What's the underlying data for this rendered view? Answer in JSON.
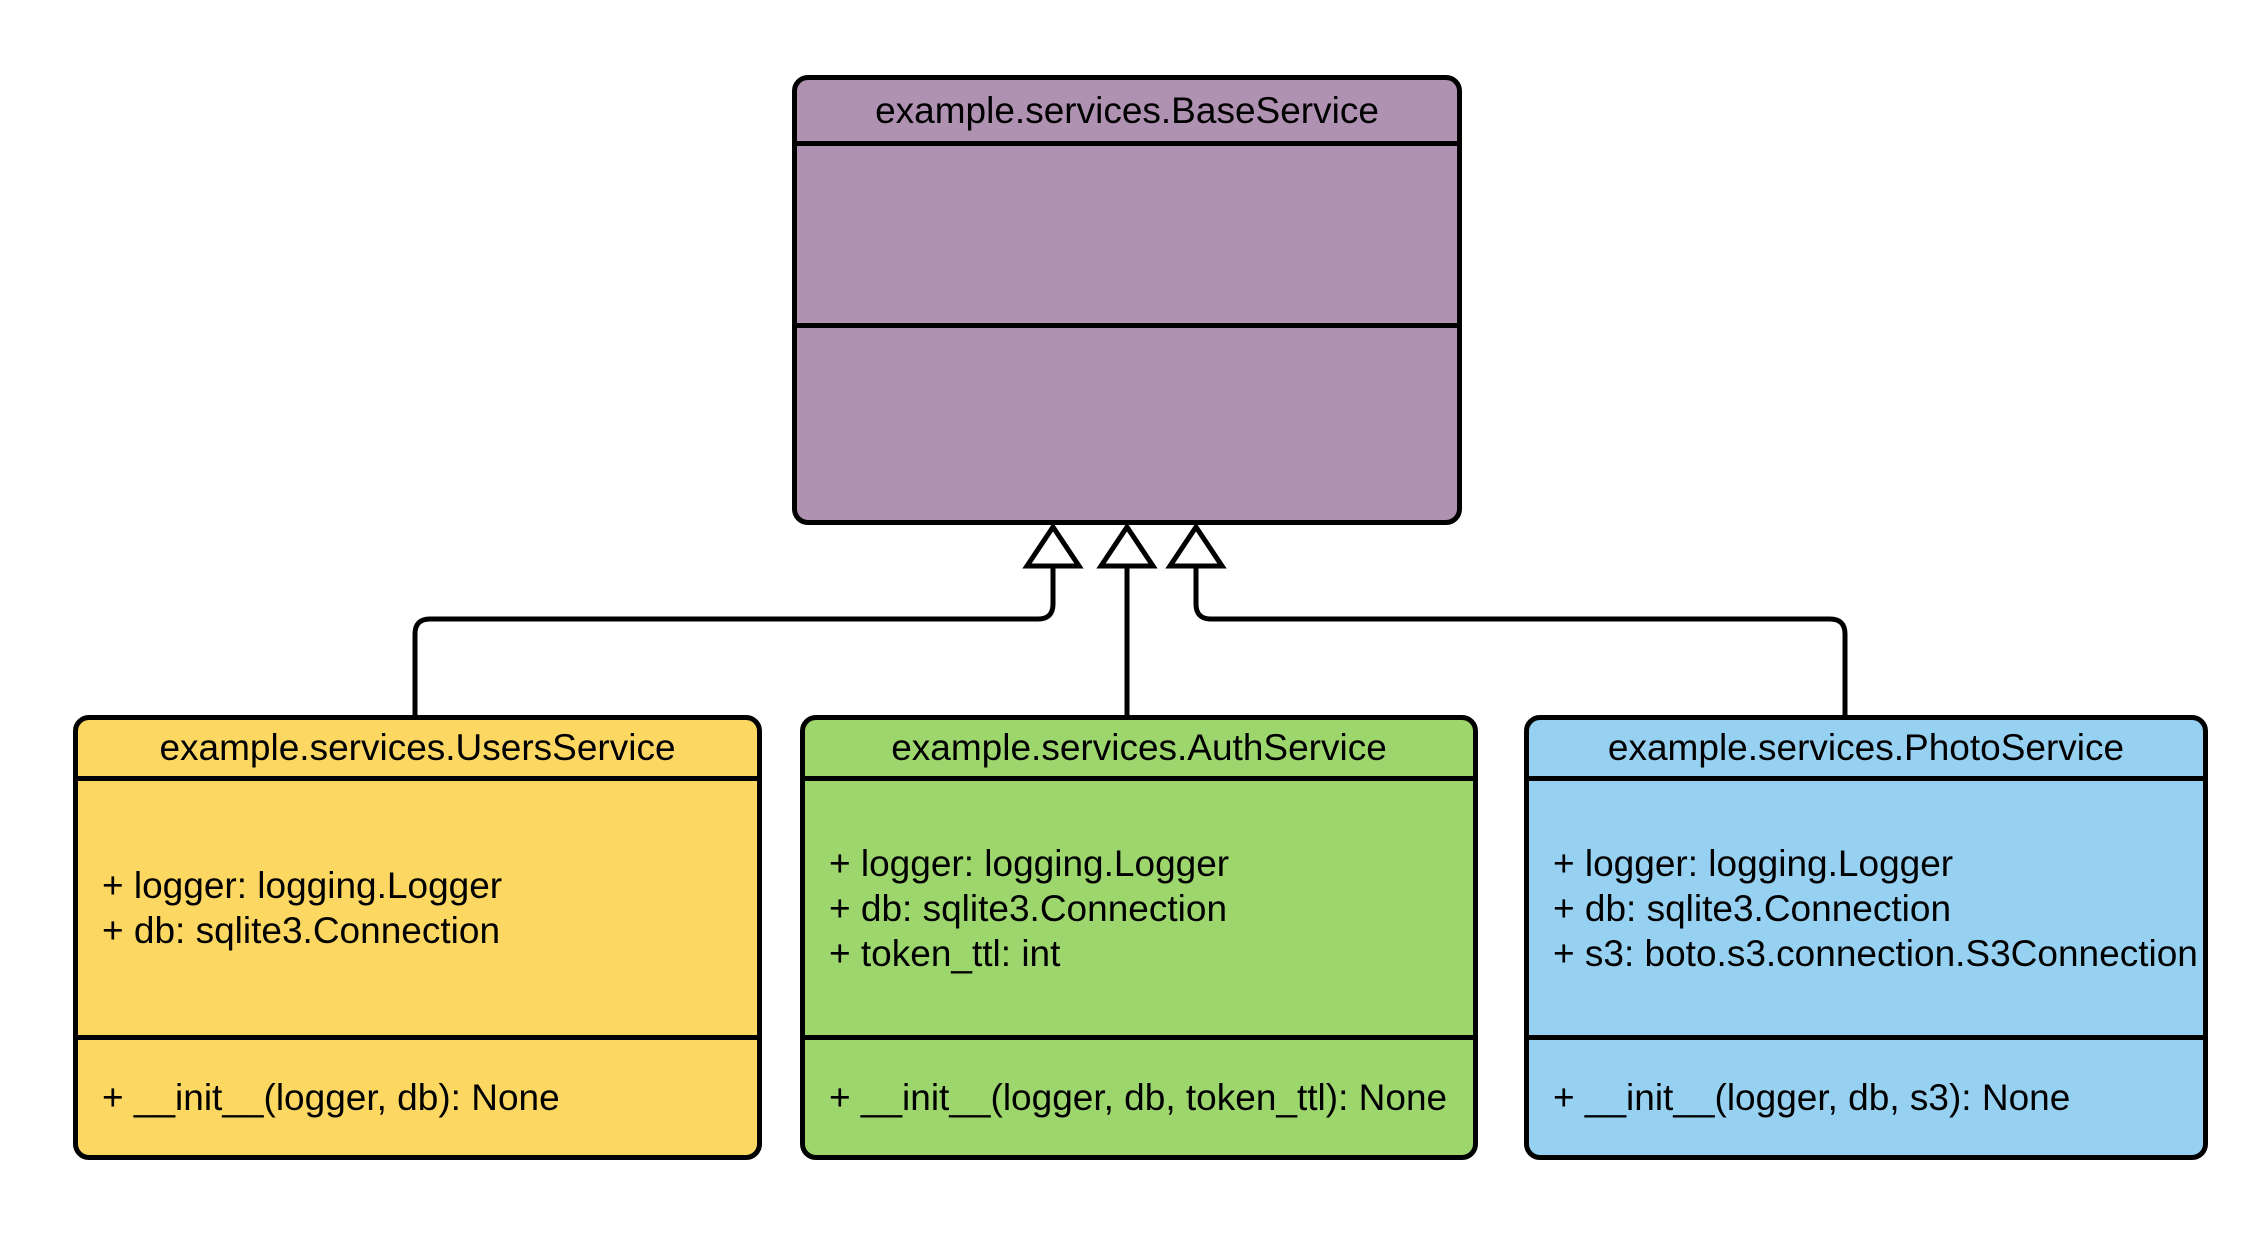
{
  "diagram": {
    "kind": "uml-class-diagram",
    "background": "#ffffff",
    "stroke_color": "#000000",
    "classes": [
      {
        "name": "example.services.BaseService",
        "fill": "#af92b2",
        "attributes": [],
        "methods": []
      },
      {
        "name": "example.services.UsersService",
        "fill": "#fcd862",
        "attributes": [
          "+ logger: logging.Logger",
          "+ db: sqlite3.Connection"
        ],
        "methods": [
          "+ __init__(logger, db): None"
        ]
      },
      {
        "name": "example.services.AuthService",
        "fill": "#9ed66e",
        "attributes": [
          "+ logger: logging.Logger",
          "+ db: sqlite3.Connection",
          "+ token_ttl: int"
        ],
        "methods": [
          "+ __init__(logger, db, token_ttl): None"
        ]
      },
      {
        "name": "example.services.PhotoService",
        "fill": "#96d1f2",
        "attributes": [
          "+ logger: logging.Logger",
          "+ db: sqlite3.Connection",
          "+ s3: boto.s3.connection.S3Connection"
        ],
        "methods": [
          "+ __init__(logger, db, s3): None"
        ]
      }
    ],
    "relationships": [
      {
        "type": "inheritance",
        "from": "example.services.UsersService",
        "to": "example.services.BaseService"
      },
      {
        "type": "inheritance",
        "from": "example.services.AuthService",
        "to": "example.services.BaseService"
      },
      {
        "type": "inheritance",
        "from": "example.services.PhotoService",
        "to": "example.services.BaseService"
      }
    ]
  }
}
